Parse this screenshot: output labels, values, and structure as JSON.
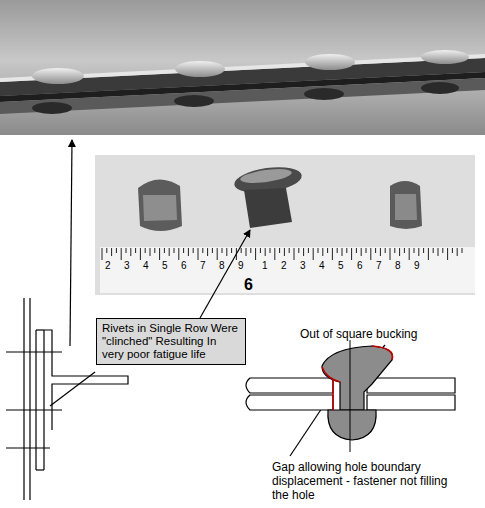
{
  "diagram": {
    "nodes": [
      {
        "text": [
          "Rivets in Single Row Were \"clinched\" Resulting In very poor fatigue life"
        ]
      }
    ],
    "labels": [
      "2",
      "3",
      "4",
      "5",
      "6",
      "7",
      "8",
      "9",
      "6",
      "1",
      "2",
      "3",
      "4",
      "5",
      "6",
      "7",
      "8",
      "9",
      "Out of square bucking",
      "Gap allowing hole boundary displacement - fastener not filling the hole"
    ]
  }
}
